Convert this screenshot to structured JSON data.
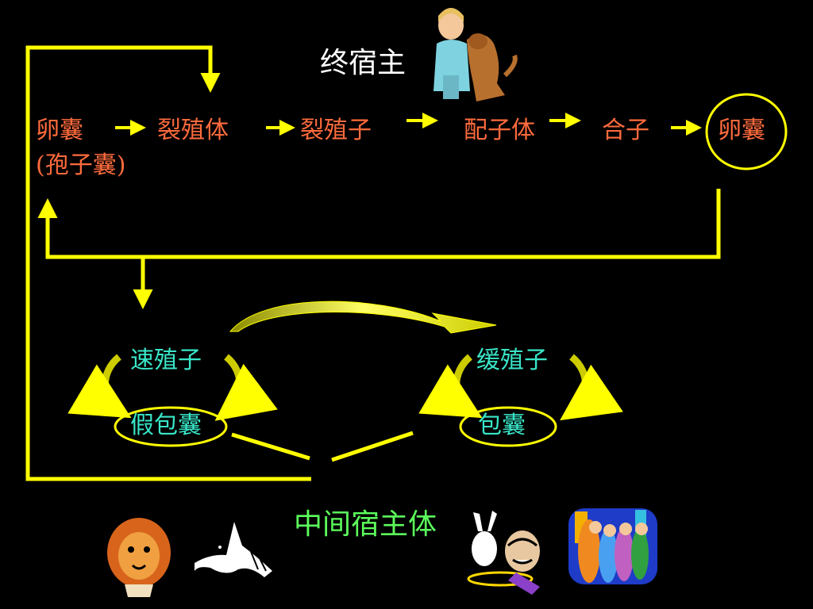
{
  "diagram": {
    "definitive_host": "终宿主",
    "intermediate_host": "中间宿主体",
    "stages": {
      "oocyst_start": "卵囊",
      "sporocyst": "(孢子囊)",
      "schizont": "裂殖体",
      "merozoite": "裂殖子",
      "gametocyte": "配子体",
      "zygote": "合子",
      "oocyst_end": "卵囊"
    },
    "tissue_stages": {
      "tachyzoite": "速殖子",
      "pseudocyst": "假包囊",
      "bradyzoite": "缓殖子",
      "cyst": "包囊"
    },
    "colors": {
      "line": "#ffff00",
      "stage_text": "#ff6b3d",
      "tissue_text": "#39e6c8",
      "host_text": "#5cff5c",
      "title_text": "#ffffff"
    },
    "icons": [
      "nurse-with-dog-icon",
      "lion-icon",
      "horse-icon",
      "rabbit-and-man-icon",
      "people-group-icon"
    ]
  }
}
